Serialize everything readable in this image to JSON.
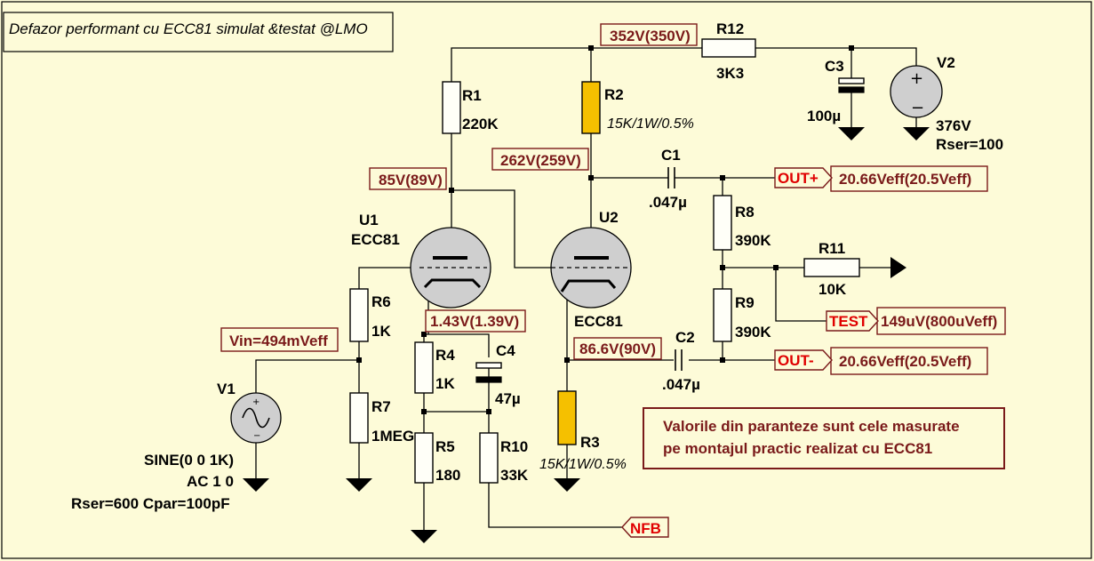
{
  "title": "Defazor performant cu ECC81 simulat &testat @LMO",
  "components": {
    "R1": {
      "ref": "R1",
      "value": "220K"
    },
    "R2": {
      "ref": "R2",
      "value": "15K/1W/0.5%"
    },
    "R3": {
      "ref": "R3",
      "value": "15K/1W/0.5%"
    },
    "R4": {
      "ref": "R4",
      "value": "1K"
    },
    "R5": {
      "ref": "R5",
      "value": "180"
    },
    "R6": {
      "ref": "R6",
      "value": "1K"
    },
    "R7": {
      "ref": "R7",
      "value": "1MEG"
    },
    "R8": {
      "ref": "R8",
      "value": "390K"
    },
    "R9": {
      "ref": "R9",
      "value": "390K"
    },
    "R10": {
      "ref": "R10",
      "value": "33K"
    },
    "R11": {
      "ref": "R11",
      "value": "10K"
    },
    "R12": {
      "ref": "R12",
      "value": "3K3"
    },
    "C1": {
      "ref": "C1",
      "value": ".047µ"
    },
    "C2": {
      "ref": "C2",
      "value": ".047µ"
    },
    "C3": {
      "ref": "C3",
      "value": "100µ"
    },
    "C4": {
      "ref": "C4",
      "value": "47µ"
    },
    "U1": {
      "ref": "U1",
      "value": "ECC81"
    },
    "U2": {
      "ref": "U2",
      "value": "ECC81"
    },
    "V1": {
      "ref": "V1",
      "line1": "SINE(0 0 1K)",
      "line2": "AC 1 0",
      "line3": "Rser=600 Cpar=100pF"
    },
    "V2": {
      "ref": "V2",
      "line1": "376V",
      "line2": "Rser=100"
    }
  },
  "measurements": {
    "supply": "352V(350V)",
    "u2_anode": "262V(259V)",
    "u1_anode": "85V(89V)",
    "u1_cathode": "1.43V(1.39V)",
    "u2_cathode": "86.6V(90V)",
    "vin": "Vin=494mVeff",
    "out_plus": "20.66Veff(20.5Veff)",
    "test": "149uV(800uVeff)",
    "out_minus": "20.66Veff(20.5Veff)"
  },
  "ports": {
    "out_plus": "OUT+",
    "test": "TEST",
    "out_minus": "OUT-",
    "nfb": "NFB"
  },
  "note": {
    "line1": "Valorile din paranteze sunt cele masurate",
    "line2": "pe montajul practic realizat cu ECC81"
  },
  "colors": {
    "background": "#fdfbd8",
    "measurement": "#7a1a1a",
    "port_label": "#e00000",
    "precision_resistor": "#f5c000"
  }
}
